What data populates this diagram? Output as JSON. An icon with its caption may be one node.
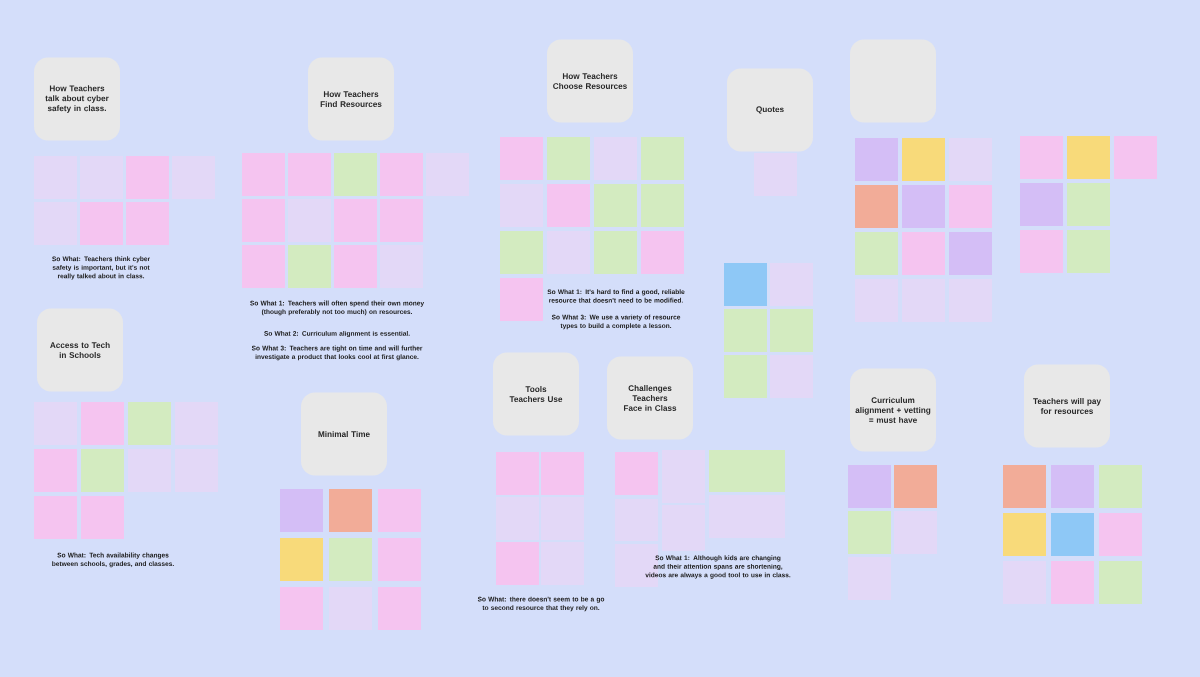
{
  "diagram": {
    "nodes": [
      {
        "text": [
          "How Teachers talk about cyber safety in class."
        ]
      },
      {
        "text": [
          "How Teachers Find Resources"
        ]
      },
      {
        "text": [
          "How Teachers Choose Resources"
        ]
      },
      {
        "text": [
          "Quotes"
        ]
      },
      {
        "text": [],
        "shape": "box"
      },
      {
        "text": [
          "Access to Tech in Schools"
        ]
      },
      {
        "text": [
          "Minimal Time"
        ]
      },
      {
        "text": [
          "Tools Teachers Use"
        ]
      },
      {
        "text": [
          "Challenges Teachers Face in Class"
        ]
      },
      {
        "text": [
          "Curriculum alignment + vetting = must have"
        ]
      },
      {
        "text": [
          "Teachers will pay for resources"
        ]
      }
    ],
    "labels": [
      "So What: Teachers think cyber safety is important, but it's not really talked about in class.",
      "So What 1: Teachers will often spend their own money (though preferably not too much) on resources.",
      "So What 2: Curriculum alignment is essential.",
      "So What 3: Teachers are tight on time and will further investigate a product that looks cool at first glance.",
      "So What 1: It's hard to find a good, reliable resource that doesn't need to be modified.",
      "So What 3: We use a variety of resource types to build a complete a lesson.",
      "So What: Tech availability changes between schools, grades, and classes.",
      "So What: there doesn't seem to be a go to second resource that they rely on.",
      "So What 1: Although kids are changing and their attention spans are shortening, videos are always a good tool to use in class."
    ]
  }
}
